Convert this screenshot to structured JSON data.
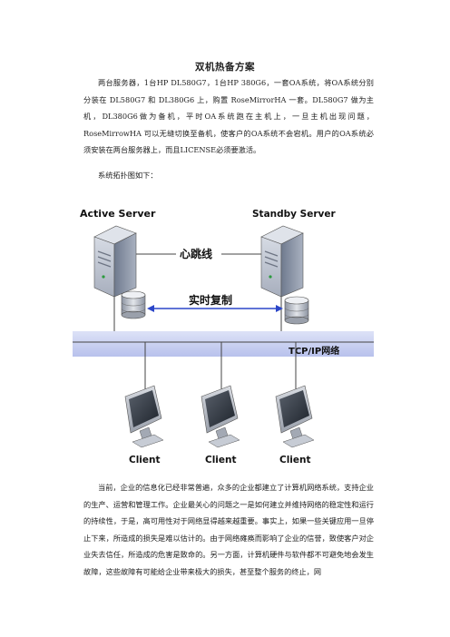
{
  "document": {
    "title": "双机热备方案",
    "intro_paragraph": "两台服务器，1台HP DL580G7，1台HP 380G6，一套OA系统，将OA系统分别分装在 DL580G7 和 DL380G6 上，购置 RoseMirrorHA 一套。DL580G7 做为主机，DL380G6做为备机，平时OA系统跑在主机上，一旦主机出现问题，RoseMirrowHA 可以无缝切换至备机，使客户的OA系统不会宕机。用户的OA系统必须安装在两台服务器上，而且LICENSE必须要激活。",
    "topology_caption": "系统拓扑图如下：",
    "body_paragraph": "当前，企业的信息化已经非常普遍，众多的企业都建立了计算机网络系统，支持企业的生产、运营和管理工作。企业最关心的问题之一是如何建立并维持网络的稳定性和运行的持续性，于是，高可用性对于网络显得越来越重要。事实上，如果一些关键应用一旦停止下来，所造成的损失是难以估计的。由于网络瘫痪而影响了企业的信誉，致使客户对企业失去信任，所造成的危害是致命的。另一方面，计算机硬件与软件都不可避免地会发生故障，这些故障有可能给企业带来极大的损失，甚至整个服务的终止，网"
  },
  "diagram": {
    "active_server_label": "Active Server",
    "standby_server_label": "Standby Server",
    "heartbeat_label": "心跳线",
    "replication_label": "实时复制",
    "network_label": "TCP/IP网络",
    "client_labels": [
      "Client",
      "Client",
      "Client"
    ],
    "colors": {
      "network_band": "#c9d0f2",
      "replication_arrow": "#2b46c8",
      "server_body": "#9aa3b4",
      "server_front": "#c4cad6",
      "monitor_screen": "#2f3640"
    }
  }
}
